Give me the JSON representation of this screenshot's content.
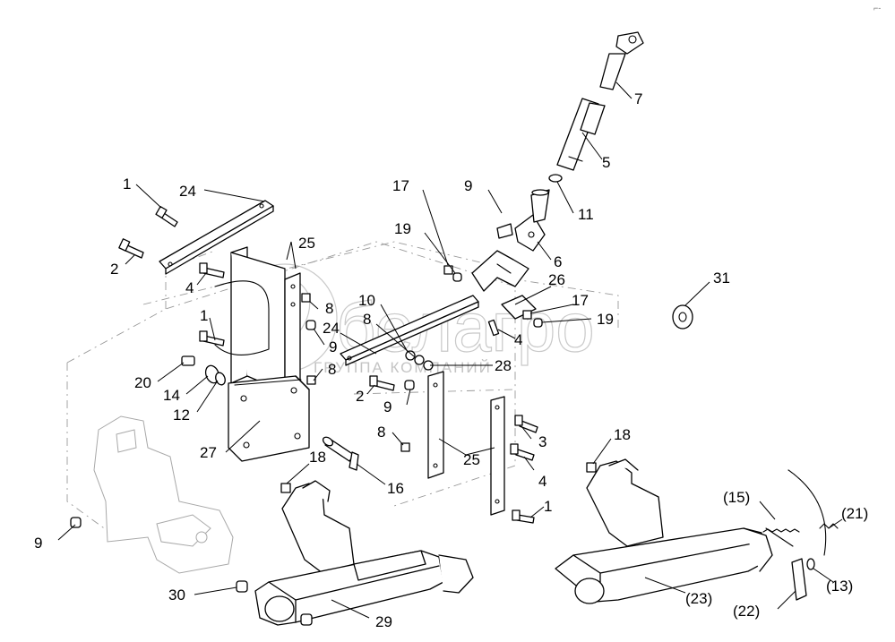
{
  "watermark": {
    "brand": "белагро",
    "subtitle": "ГРУППА КОМПАНИЙ"
  },
  "corner_mark": "⌐-",
  "labels": {
    "l1a": "1",
    "l24a": "24",
    "l2a": "2",
    "l25a": "25",
    "l4a": "4",
    "l1b": "1",
    "l20": "20",
    "l14": "14",
    "l12": "12",
    "l27": "27",
    "l8a": "8",
    "l9a": "9",
    "l24b": "24",
    "l8b": "8",
    "l10": "10",
    "l8c": "8",
    "l2b": "2",
    "l9b": "9",
    "l28": "28",
    "l17a": "17",
    "l19a": "19",
    "l9c": "9",
    "l7": "7",
    "l5": "5",
    "l11": "11",
    "l6": "6",
    "l26": "26",
    "l17b": "17",
    "l19b": "19",
    "l4b": "4",
    "l31": "31",
    "l8d": "8",
    "l25b": "25",
    "l3": "3",
    "l4c": "4",
    "l1c": "1",
    "l16": "16",
    "l18a": "18",
    "l9d": "9",
    "l30": "30",
    "l29": "29",
    "l18b": "18",
    "l15": "(15)",
    "l21": "(21)",
    "l13": "(13)",
    "l22": "(22)",
    "l23": "(23)"
  }
}
